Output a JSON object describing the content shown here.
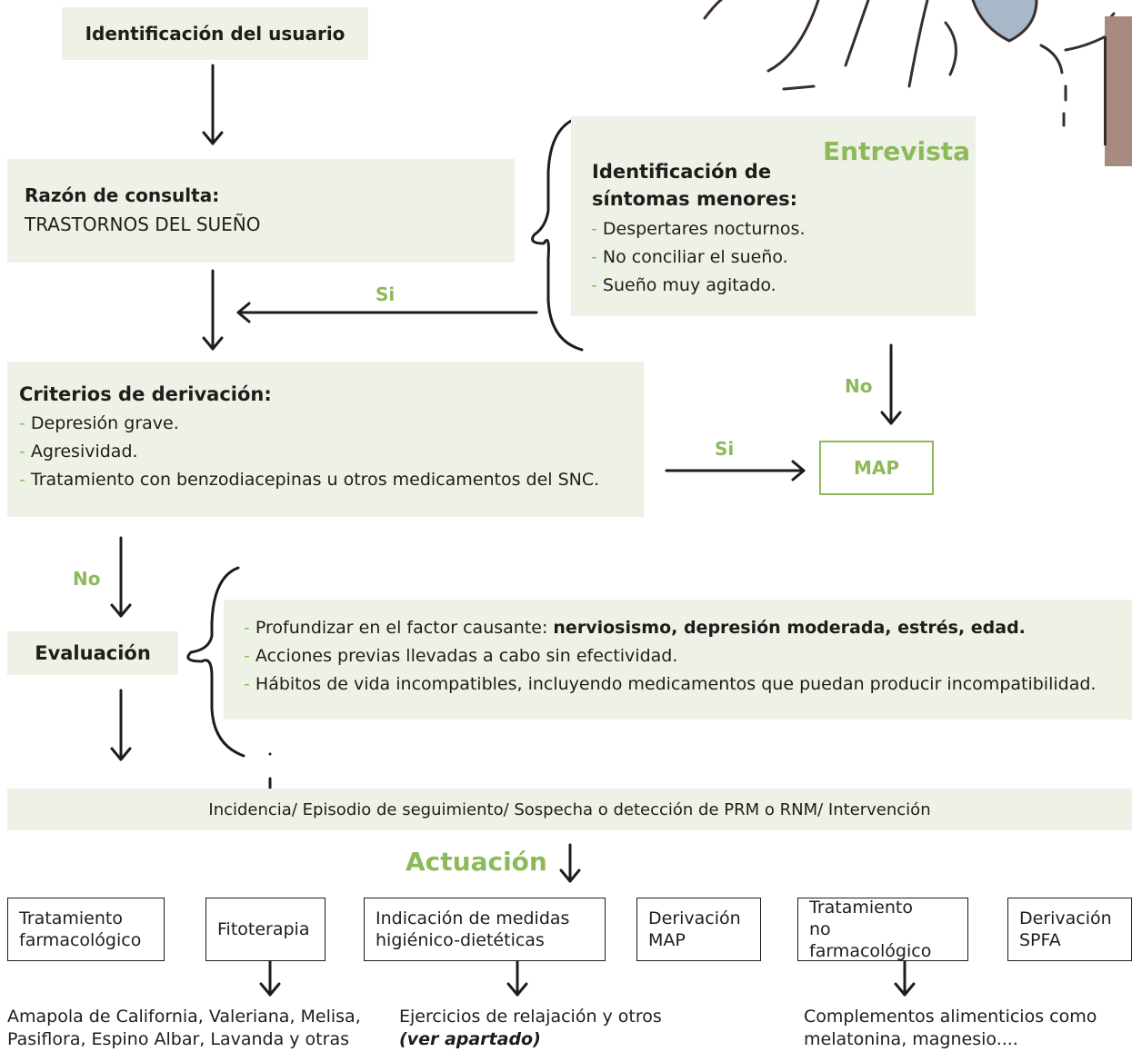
{
  "top_box": {
    "label": "Identificación del usuario"
  },
  "consult_box": {
    "title": "Razón de consulta:",
    "value": "TRASTORNOS DEL SUEÑO"
  },
  "interview": {
    "heading": "Entrevista",
    "title_line1": "Identificación de",
    "title_line2": "síntomas menores:",
    "items": [
      "Despertares nocturnos.",
      "No conciliar el sueño.",
      "Sueño muy agitado."
    ]
  },
  "labels": {
    "si_1": "Si",
    "si_2": "Si",
    "no_1": "No",
    "no_2": "No"
  },
  "derivation": {
    "title": "Criterios de derivación:",
    "items": [
      "Depresión grave.",
      "Agresividad.",
      "Tratamiento con benzodiacepinas u otros medicamentos del SNC."
    ]
  },
  "map_box": {
    "label": "MAP"
  },
  "evaluation": {
    "label": "Evaluación",
    "item1_prefix": "Profundizar en el factor causante: ",
    "item1_bold": "nerviosismo, depresión moderada, estrés, edad.",
    "item2": "Acciones previas llevadas a cabo sin efectividad.",
    "item3": "Hábitos de vida incompatibles, incluyendo medicamentos que puedan producir incompatibilidad."
  },
  "incidence_bar": {
    "label": "Incidencia/ Episodio de seguimiento/ Sospecha o detección de PRM o RNM/ Intervención"
  },
  "actuacion": {
    "heading": "Actuación"
  },
  "options": [
    {
      "line1": "Tratamiento",
      "line2": "farmacológico"
    },
    {
      "line1": "Fitoterapia",
      "line2": ""
    },
    {
      "line1": "Indicación de medidas",
      "line2": "higiénico-dietéticas"
    },
    {
      "line1": "Derivación",
      "line2": "MAP"
    },
    {
      "line1": "Tratamiento",
      "line2": "no farmacológico"
    },
    {
      "line1": "Derivación",
      "line2": "SPFA"
    }
  ],
  "results": {
    "fitoterapia_line1": "Amapola de California, Valeriana, Melisa,",
    "fitoterapia_line2": "Pasiflora, Espino Albar, Lavanda y otras",
    "medidas_line1": "Ejercicios de relajación y otros",
    "medidas_line2": "(ver apartado)",
    "no_farm_line1": "Complementos alimenticios como",
    "no_farm_line2": "melatonina, magnesio...."
  },
  "colors": {
    "accent": "#8cba5a",
    "panel": "#eef2e6",
    "ink": "#1d1d1b",
    "illustration": "#3a2e2a"
  }
}
